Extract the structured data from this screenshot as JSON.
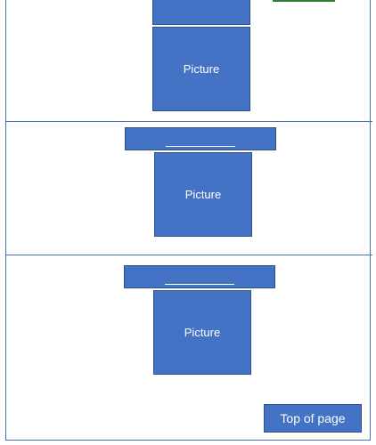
{
  "sections": [
    {
      "picture_label": "Picture",
      "has_title_bar": true
    },
    {
      "picture_label": "Picture",
      "has_title_bar": true
    },
    {
      "picture_label": "Picture",
      "has_title_bar": true
    }
  ],
  "top_of_page_label": "Top of page",
  "colors": {
    "box_fill": "#4472c4",
    "box_border": "#2f528f",
    "divider": "#4a6fb5",
    "green_mark": "#2e7d32"
  }
}
